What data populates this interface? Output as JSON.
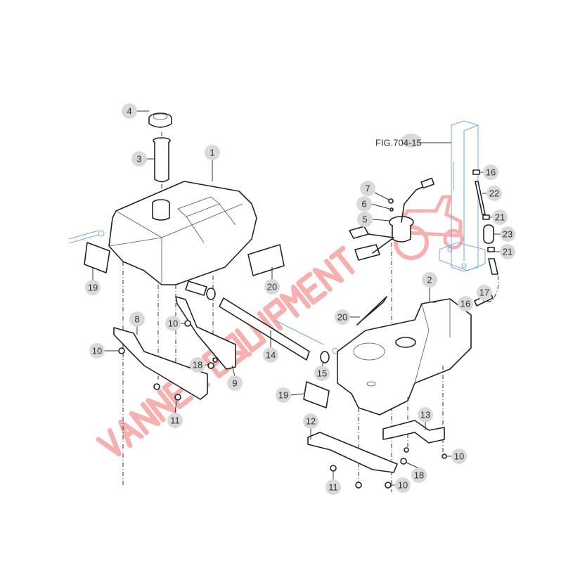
{
  "figure_reference": "FIG.704-15",
  "watermark": "Vanner EQUIPMENT",
  "callouts": [
    "4",
    "3",
    "1",
    "19",
    "20",
    "10",
    "8",
    "10",
    "18",
    "9",
    "11",
    "14",
    "15",
    "7",
    "6",
    "5",
    "16",
    "22",
    "21",
    "23",
    "21",
    "2",
    "16",
    "17",
    "20",
    "19",
    "12",
    "13",
    "10",
    "18",
    "11",
    "10"
  ],
  "colors": {
    "bubble": "#d9d9d9",
    "line": "#222222",
    "reference_frame": "#7aa7d6",
    "watermark": "#f07070"
  }
}
